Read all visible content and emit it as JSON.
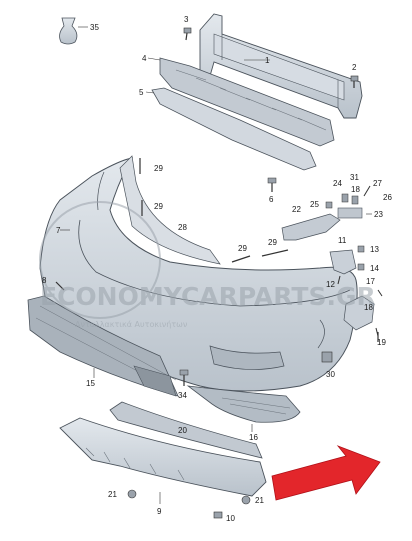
{
  "callouts": {
    "c1": "1",
    "c2": "2",
    "c3": "3",
    "c4": "4",
    "c5": "5",
    "c6": "6",
    "c7": "7",
    "c8": "8",
    "c9": "9",
    "c10": "10",
    "c11": "11",
    "c12": "12",
    "c13": "13",
    "c14": "14",
    "c15": "15",
    "c16": "16",
    "c17": "17",
    "c18": "18",
    "c19": "19",
    "c20": "20",
    "c21a": "21",
    "c21b": "21",
    "c22": "22",
    "c23": "23",
    "c24": "24",
    "c25": "25",
    "c26": "26",
    "c27": "27",
    "c28": "28",
    "c29a": "29",
    "c29b": "29",
    "c29c": "29",
    "c29d": "29",
    "c30": "30",
    "c31": "31",
    "c34": "34",
    "c35": "35"
  },
  "watermark": {
    "brand": "ECONOMYCARPARTS.GR",
    "tagline": "Ανταλλακτικά Αυτοκινήτων"
  },
  "colors": {
    "part_fill": "#cdd4dc",
    "part_stroke": "#4b535c",
    "arrow": "#e3262b",
    "watermark": "#9aa3ab"
  }
}
